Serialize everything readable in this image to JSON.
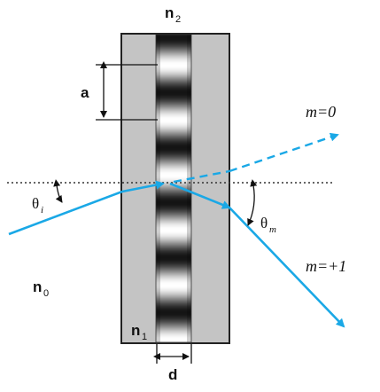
{
  "labels": {
    "n2": {
      "main": "n",
      "sub": "2"
    },
    "n0": {
      "main": "n",
      "sub": "0"
    },
    "n1": {
      "main": "n",
      "sub": "1"
    },
    "a": "a",
    "d": "d",
    "theta_i": {
      "main": "θ",
      "sub": "i"
    },
    "theta_m": {
      "main": "θ",
      "sub": "m"
    },
    "m0": "m=0",
    "m1": "m=+1"
  },
  "colors": {
    "beam": "#1aa8e6",
    "slab": "#c4c4c4",
    "outline": "#222222",
    "grating_dark": "#111111",
    "grating_light": "#ffffff"
  }
}
